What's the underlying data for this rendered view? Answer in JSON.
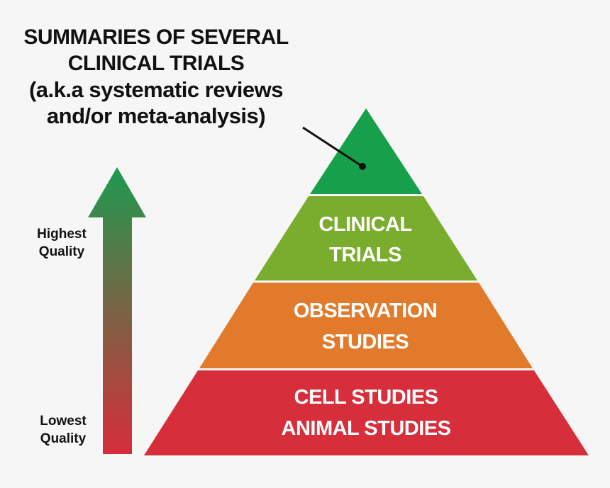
{
  "title": {
    "line1": "SUMMARIES OF SEVERAL",
    "line2": "CLINICAL TRIALS",
    "line3": "(a.k.a systematic reviews",
    "line4": "and/or meta-analysis)"
  },
  "quality_axis": {
    "high_line1": "Highest",
    "high_line2": "Quality",
    "low_line1": "Lowest",
    "low_line2": "Quality",
    "arrow_top_color": "#1e9a4f",
    "arrow_bottom_color": "#d62d3a"
  },
  "pyramid": {
    "levels": [
      {
        "id": "top",
        "lines": [],
        "color": "#17a04c"
      },
      {
        "id": "clinical",
        "lines": [
          "CLINICAL",
          "TRIALS"
        ],
        "color": "#7aad2e"
      },
      {
        "id": "observation",
        "lines": [
          "OBSERVATION",
          "STUDIES"
        ],
        "color": "#e27a2c"
      },
      {
        "id": "cell",
        "lines": [
          "CELL STUDIES",
          "ANIMAL STUDIES"
        ],
        "color": "#d62e3a"
      }
    ]
  }
}
